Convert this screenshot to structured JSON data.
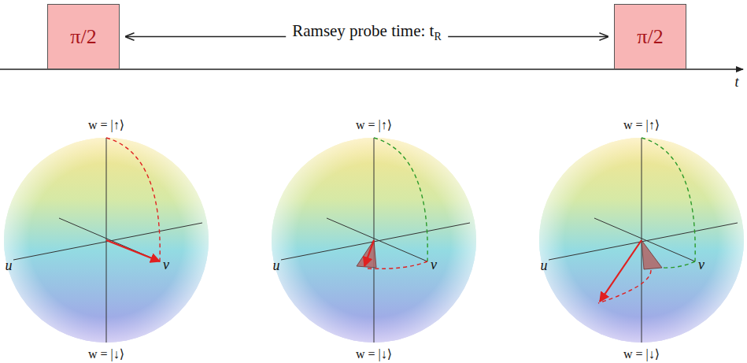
{
  "diagram": {
    "nodes": [
      {
        "text": [
          "π/2"
        ]
      },
      {
        "text": [
          "π/2"
        ]
      }
    ],
    "edges": [
      {
        "from": 0,
        "to": 1,
        "arrow": "both",
        "label": "Ramsey probe time: tR"
      }
    ],
    "labels": [
      "w = |↑⟩",
      "w = |↓⟩",
      "u",
      "v",
      "w = |↑⟩",
      "w = |↓⟩",
      "u",
      "v",
      "w = |↑⟩",
      "w = |↓⟩",
      "u",
      "v",
      "t"
    ]
  }
}
